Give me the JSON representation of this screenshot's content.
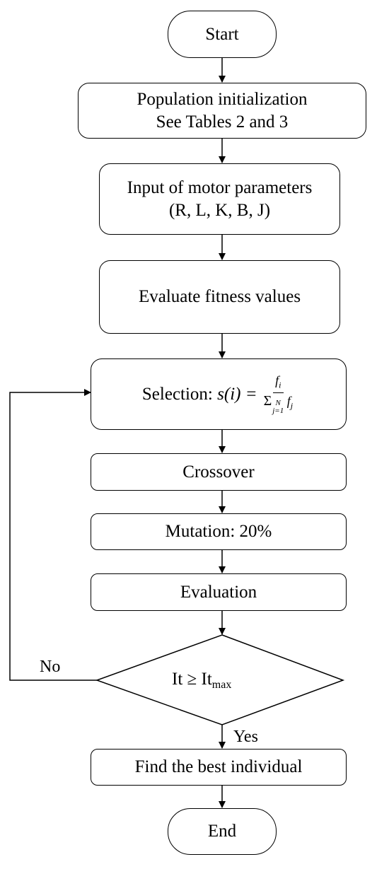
{
  "nodes": {
    "start": "Start",
    "population_line1": "Population initialization",
    "population_line2": "See Tables 2 and 3",
    "input_line1": "Input of motor parameters",
    "input_line2": "(R, L, K, B, J)",
    "evaluate": "Evaluate fitness values",
    "selection_label": "Selection:",
    "selection_lhs": "s(i) =",
    "selection_num": "f",
    "selection_num_sub": "i",
    "selection_den_sigma": "Σ",
    "selection_den_upper": "N",
    "selection_den_lower": "j=1",
    "selection_den_f": "f",
    "selection_den_f_sub": "j",
    "crossover": "Crossover",
    "mutation": "Mutation: 20%",
    "evaluation": "Evaluation",
    "condition_lhs": "It ≥ It",
    "condition_sub": "max",
    "best": "Find the best individual",
    "end": "End"
  },
  "edge_labels": {
    "no": "No",
    "yes": "Yes"
  }
}
